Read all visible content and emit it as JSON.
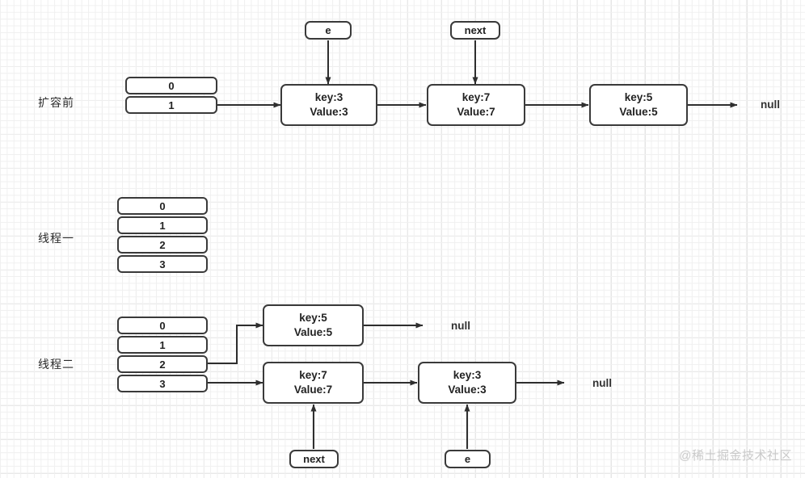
{
  "diagram": {
    "title": "HashMap resize linked-list diagram",
    "watermark": "@稀土掘金技术社区",
    "colors": {
      "stroke": "#3a3a3a",
      "text": "#222222",
      "background": "#ffffff",
      "grid_minor": "#f0f0f0",
      "grid_major": "#e4e4e4",
      "watermark": "#c9c9c9"
    },
    "rows": [
      {
        "id": "before-resize",
        "label": "扩容前",
        "bucket_slots": [
          "0",
          "1"
        ],
        "nodes": [
          {
            "key": "key:3",
            "value": "Value:3"
          },
          {
            "key": "key:7",
            "value": "Value:7"
          },
          {
            "key": "key:5",
            "value": "Value:5"
          }
        ],
        "pointer_tags": [
          {
            "label": "e",
            "target": "key:3"
          },
          {
            "label": "next",
            "target": "key:7"
          }
        ],
        "terminator": "null"
      },
      {
        "id": "thread-one",
        "label": "线程一",
        "bucket_slots": [
          "0",
          "1",
          "2",
          "3"
        ],
        "nodes": [],
        "pointer_tags": [],
        "terminator": ""
      },
      {
        "id": "thread-two",
        "label": "线程二",
        "bucket_slots": [
          "0",
          "1",
          "2",
          "3"
        ],
        "chains": [
          {
            "from_slot": "1",
            "nodes": [
              {
                "key": "key:5",
                "value": "Value:5"
              }
            ],
            "terminator": "null"
          },
          {
            "from_slot": "3",
            "nodes": [
              {
                "key": "key:7",
                "value": "Value:7"
              },
              {
                "key": "key:3",
                "value": "Value:3"
              }
            ],
            "terminator": "null"
          }
        ],
        "pointer_tags": [
          {
            "label": "next",
            "target": "key:7"
          },
          {
            "label": "e",
            "target": "key:3"
          }
        ]
      }
    ]
  }
}
